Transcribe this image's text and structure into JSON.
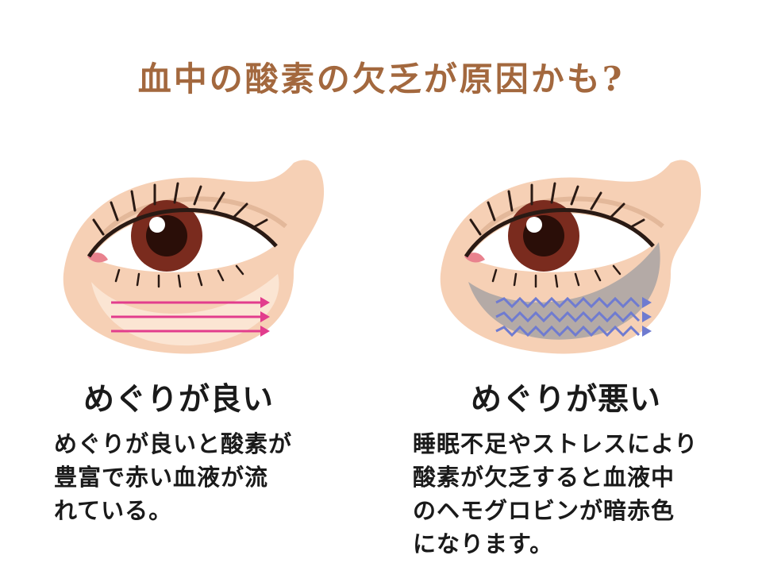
{
  "title": "血中の酸素の欠乏が原因かも?",
  "panels": {
    "good": {
      "heading": "めぐりが良い",
      "lines": [
        "めぐりが良いと酸素が",
        "豊富で赤い血液が流",
        "れている。"
      ],
      "arrow_color": "#e23d8d"
    },
    "bad": {
      "heading": "めぐりが悪い",
      "lines": [
        "睡眠不足やストレスにより",
        "酸素が欠乏すると血液中",
        "のヘモグロビンが暗赤色",
        "になります。"
      ],
      "arrow_color": "#6f7bd0"
    }
  },
  "colors": {
    "title": "#a3683e",
    "skin": "#f6d0b5",
    "iris": "#7a2b1e",
    "under_eye_good": "#fbe5d3",
    "under_eye_bad": "#b4aaa6"
  }
}
